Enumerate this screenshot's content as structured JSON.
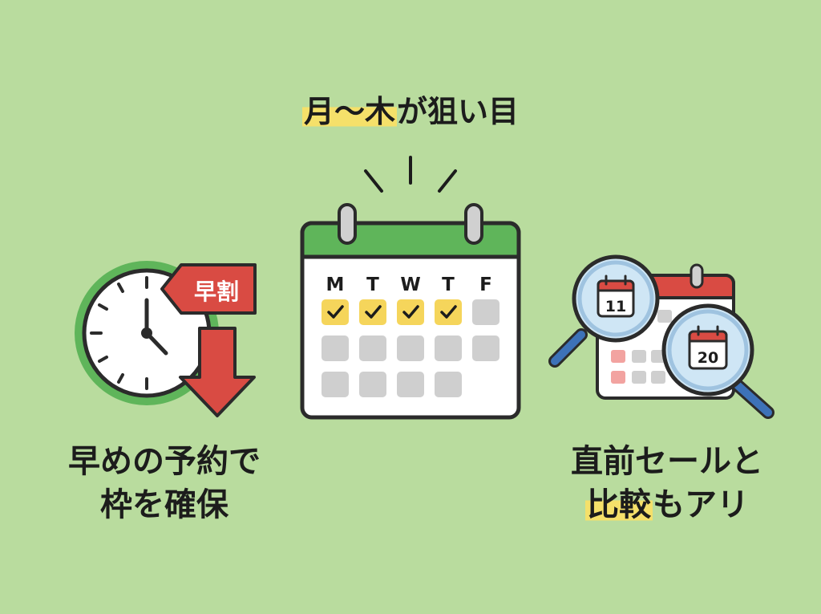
{
  "top_title": {
    "part1": "月〜木",
    "part2": "が狙い目"
  },
  "left_caption": {
    "line1": "早めの予約で",
    "line2": "枠を確保"
  },
  "right_caption": {
    "line1": "直前セールと",
    "line2_part1": "比較",
    "line2_part2": "もアリ"
  },
  "calendar": {
    "weekdays": [
      "M",
      "T",
      "W",
      "T",
      "F"
    ],
    "checked_days": 4
  },
  "early_badge": "早割",
  "mini_calendar_1": "11",
  "mini_calendar_2": "20",
  "colors": {
    "background": "#b9dc9e",
    "calendar_header": "#5fb55a",
    "check_cell": "#f5d55b",
    "arrow_red": "#d94b43",
    "magnifier_blue": "#3d72b8",
    "highlight": "#f5e06a"
  }
}
